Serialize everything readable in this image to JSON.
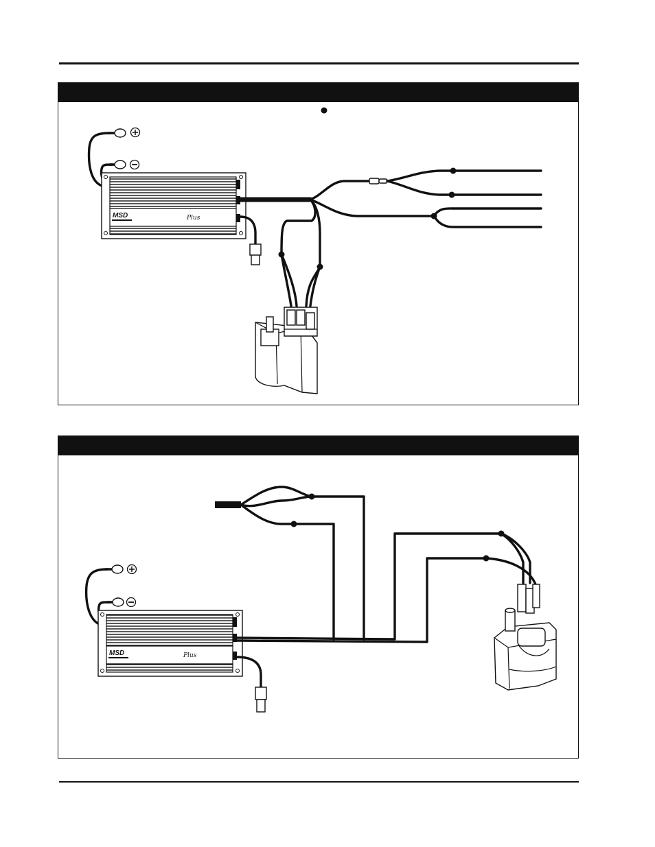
{
  "page": {
    "header_text": "",
    "footer_text": ""
  },
  "figure_1": {
    "header_label": "",
    "legend_marker_text": "",
    "battery_positive_symbol": "⊕",
    "battery_negative_symbol": "⊖",
    "ignition_box_brand": "MSD",
    "ignition_box_script": "Plus",
    "icons": [
      "ring-terminal-icon",
      "splice-dot-icon",
      "plug-connector-icon",
      "ignition-coil-icon"
    ]
  },
  "figure_2": {
    "header_label": "",
    "battery_positive_symbol": "⊕",
    "battery_negative_symbol": "⊖",
    "ignition_box_brand": "MSD",
    "ignition_box_script": "Plus",
    "icons": [
      "ring-terminal-icon",
      "splice-dot-icon",
      "plug-connector-icon",
      "ignition-coil-icon"
    ]
  }
}
